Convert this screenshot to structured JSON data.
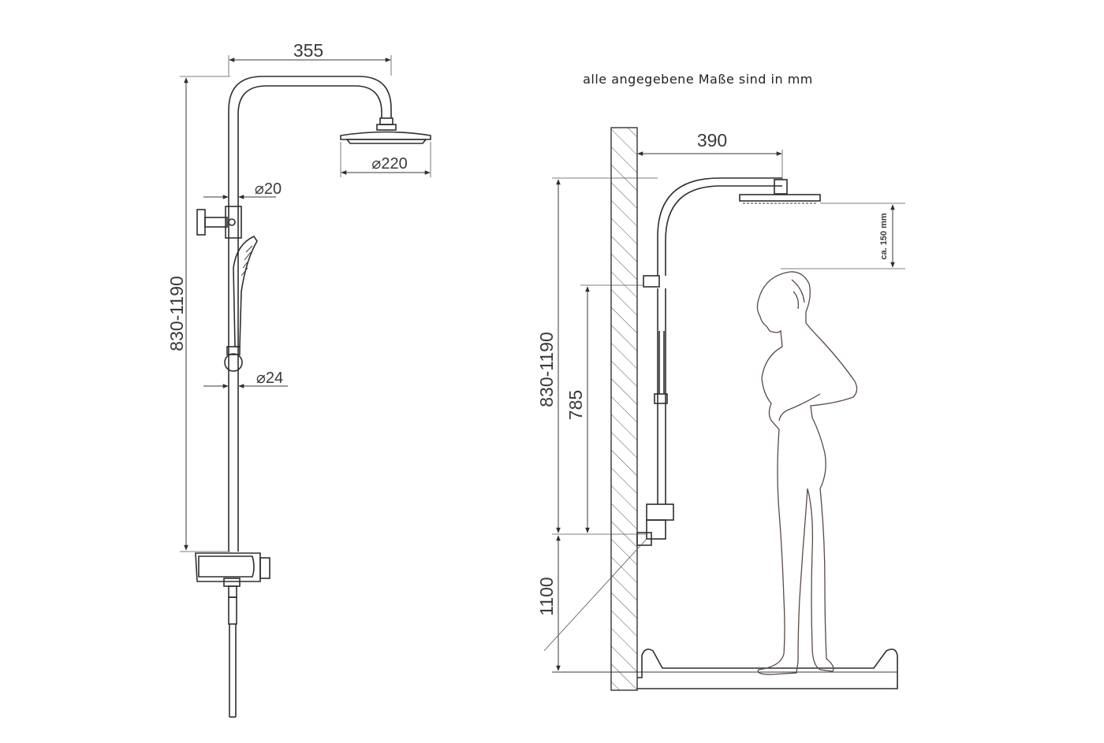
{
  "note": "alle angegebene Maße sind in mm",
  "left_view": {
    "arm_length": "355",
    "head_diameter": "⌀220",
    "pipe_diameter_upper": "⌀20",
    "pipe_diameter_lower": "⌀24",
    "height_range": "830-1190"
  },
  "right_view": {
    "arm_length": "390",
    "clearance": "ca. 150 mm",
    "height_range": "830-1190",
    "bracket_height": "785",
    "mixer_height": "1100"
  },
  "colors": {
    "line": "#2e2e2e",
    "figure": "#5a4a48",
    "background": "#ffffff"
  }
}
